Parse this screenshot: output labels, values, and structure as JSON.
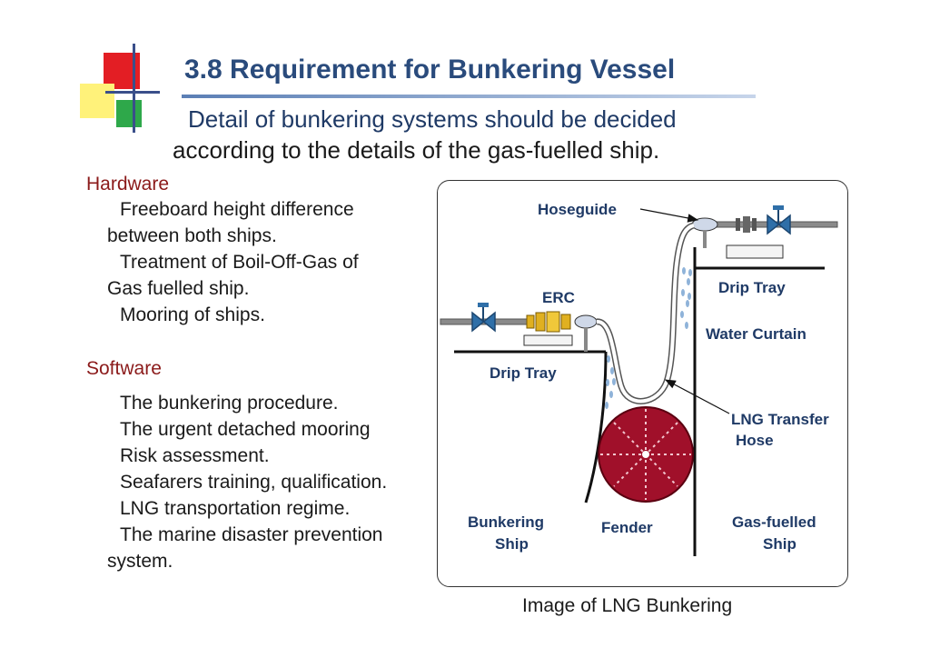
{
  "slide": {
    "title": "3.8 Requirement for Bunkering Vessel",
    "subtitle": {
      "line1": "Detail of bunkering systems should be decided",
      "line2": "according to the details of the gas-fuelled ship."
    }
  },
  "hardware": {
    "heading": "Hardware",
    "lines": [
      "Freeboard height difference",
      "between both ships.",
      "Treatment of Boil-Off-Gas of",
      "Gas fuelled ship.",
      "Mooring of ships."
    ]
  },
  "software": {
    "heading": "Software",
    "lines": [
      "The bunkering procedure.",
      "The urgent detached mooring",
      "Risk assessment.",
      "Seafarers training, qualification.",
      "LNG transportation regime.",
      "The marine disaster prevention",
      "system."
    ]
  },
  "diagram": {
    "caption": "Image of LNG Bunkering",
    "labels": {
      "hoseguide": "Hoseguide",
      "erc": "ERC",
      "drip_tray_right": "Drip Tray",
      "water_curtain": "Water Curtain",
      "drip_tray_left": "Drip Tray",
      "lng_hose_1": "LNG Transfer",
      "lng_hose_2": "Hose",
      "bunkering_ship_1": "Bunkering",
      "bunkering_ship_2": "Ship",
      "fender": "Fender",
      "gas_ship_1": "Gas-fuelled",
      "gas_ship_2": "Ship"
    },
    "colors": {
      "fender": "#a0102a",
      "valve": "#2f6fa8",
      "water": "#8fb3d9",
      "erc": "#e0b020"
    }
  }
}
